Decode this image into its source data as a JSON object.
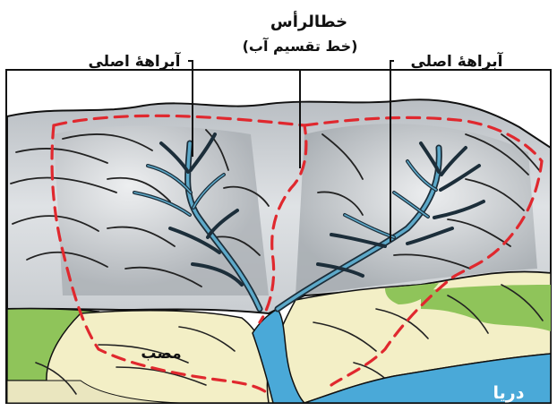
{
  "labels": {
    "divide_title": "خطالرأس",
    "divide_subtitle": "(خط تقسیم آب)",
    "main_stream_left": "آبراههٔ اصلی",
    "main_stream_right": "آبراههٔ اصلی",
    "outlet": "مصب",
    "sea": "دریا"
  },
  "colors": {
    "background": "#ffffff",
    "mountain": "#dcdfe2",
    "mountain_shade": "#a9aeb3",
    "valley_green": "#8fc45a",
    "plain_cream": "#f3efc6",
    "water": "#4aa9d8",
    "river": "#5da9c9",
    "divide_line": "#e0282e",
    "outline": "#111111"
  }
}
